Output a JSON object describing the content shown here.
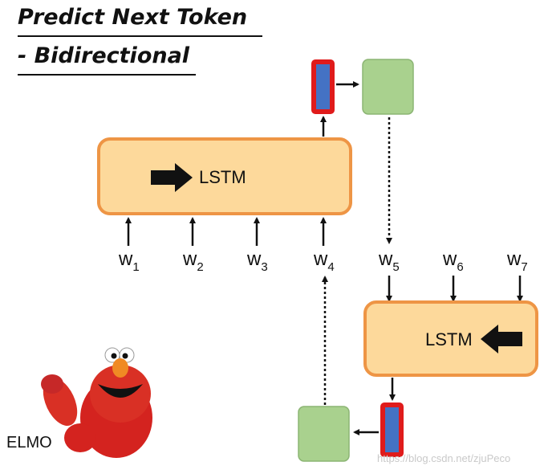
{
  "title": {
    "line1": "Predict Next Token",
    "line2": "- Bidirectional"
  },
  "forward_lstm": {
    "label": "LSTM",
    "direction": "right"
  },
  "backward_lstm": {
    "label": "LSTM",
    "direction": "left"
  },
  "tokens": [
    {
      "base": "w",
      "sub": "1"
    },
    {
      "base": "w",
      "sub": "2"
    },
    {
      "base": "w",
      "sub": "3"
    },
    {
      "base": "w",
      "sub": "4"
    },
    {
      "base": "w",
      "sub": "5"
    },
    {
      "base": "w",
      "sub": "6"
    },
    {
      "base": "w",
      "sub": "7"
    }
  ],
  "character_label": "ELMO",
  "watermark": "https://blog.csdn.net/zjuPeco",
  "colors": {
    "lstm_fill": "#FDD99B",
    "lstm_stroke": "#EE9545",
    "hidden_fill": "#4472C4",
    "hidden_stroke": "#E01B1B",
    "output_fill": "#A9D18E",
    "output_stroke": "#8CB574"
  }
}
